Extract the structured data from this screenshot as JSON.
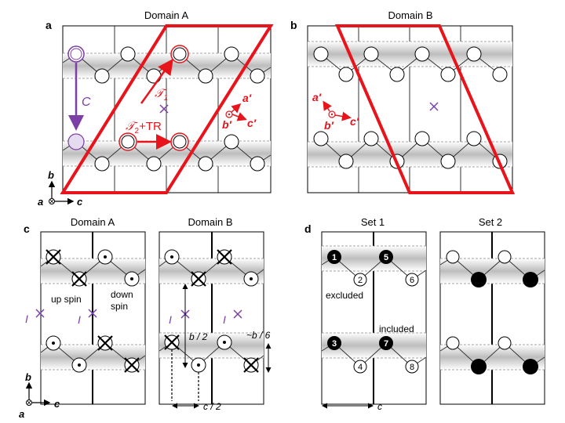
{
  "panels": {
    "a": {
      "letter": "a",
      "title": "Domain A"
    },
    "b": {
      "letter": "b",
      "title": "Domain B"
    },
    "c": {
      "letter": "c",
      "title_left": "Domain A",
      "title_right": "Domain B"
    },
    "d": {
      "letter": "d",
      "title_left": "Set 1",
      "title_right": "Set 2"
    }
  },
  "labels": {
    "C": "C",
    "T1": "𝒯",
    "T1_sub": "1",
    "T2TR": "𝒯",
    "T2TR_sub": "2",
    "T2TR_rest": "+TR",
    "a_prime": "a′",
    "b_prime": "b′",
    "c_prime": "c′",
    "axis_b": "b",
    "axis_a": "a",
    "axis_c": "c",
    "up_spin": "up spin",
    "down_spin": "down spin",
    "inversion": "I",
    "b_half": "b / 2",
    "b_sixth": "~b / 6",
    "c_half": "c / 2",
    "excluded": "excluded",
    "included": "included",
    "c_span": "c",
    "sites": [
      "1",
      "2",
      "3",
      "4",
      "5",
      "6",
      "7",
      "8"
    ]
  },
  "colors": {
    "red": "#e8141c",
    "purple": "#7b3fa6",
    "black": "#000000",
    "band": "#cfcfcf"
  }
}
